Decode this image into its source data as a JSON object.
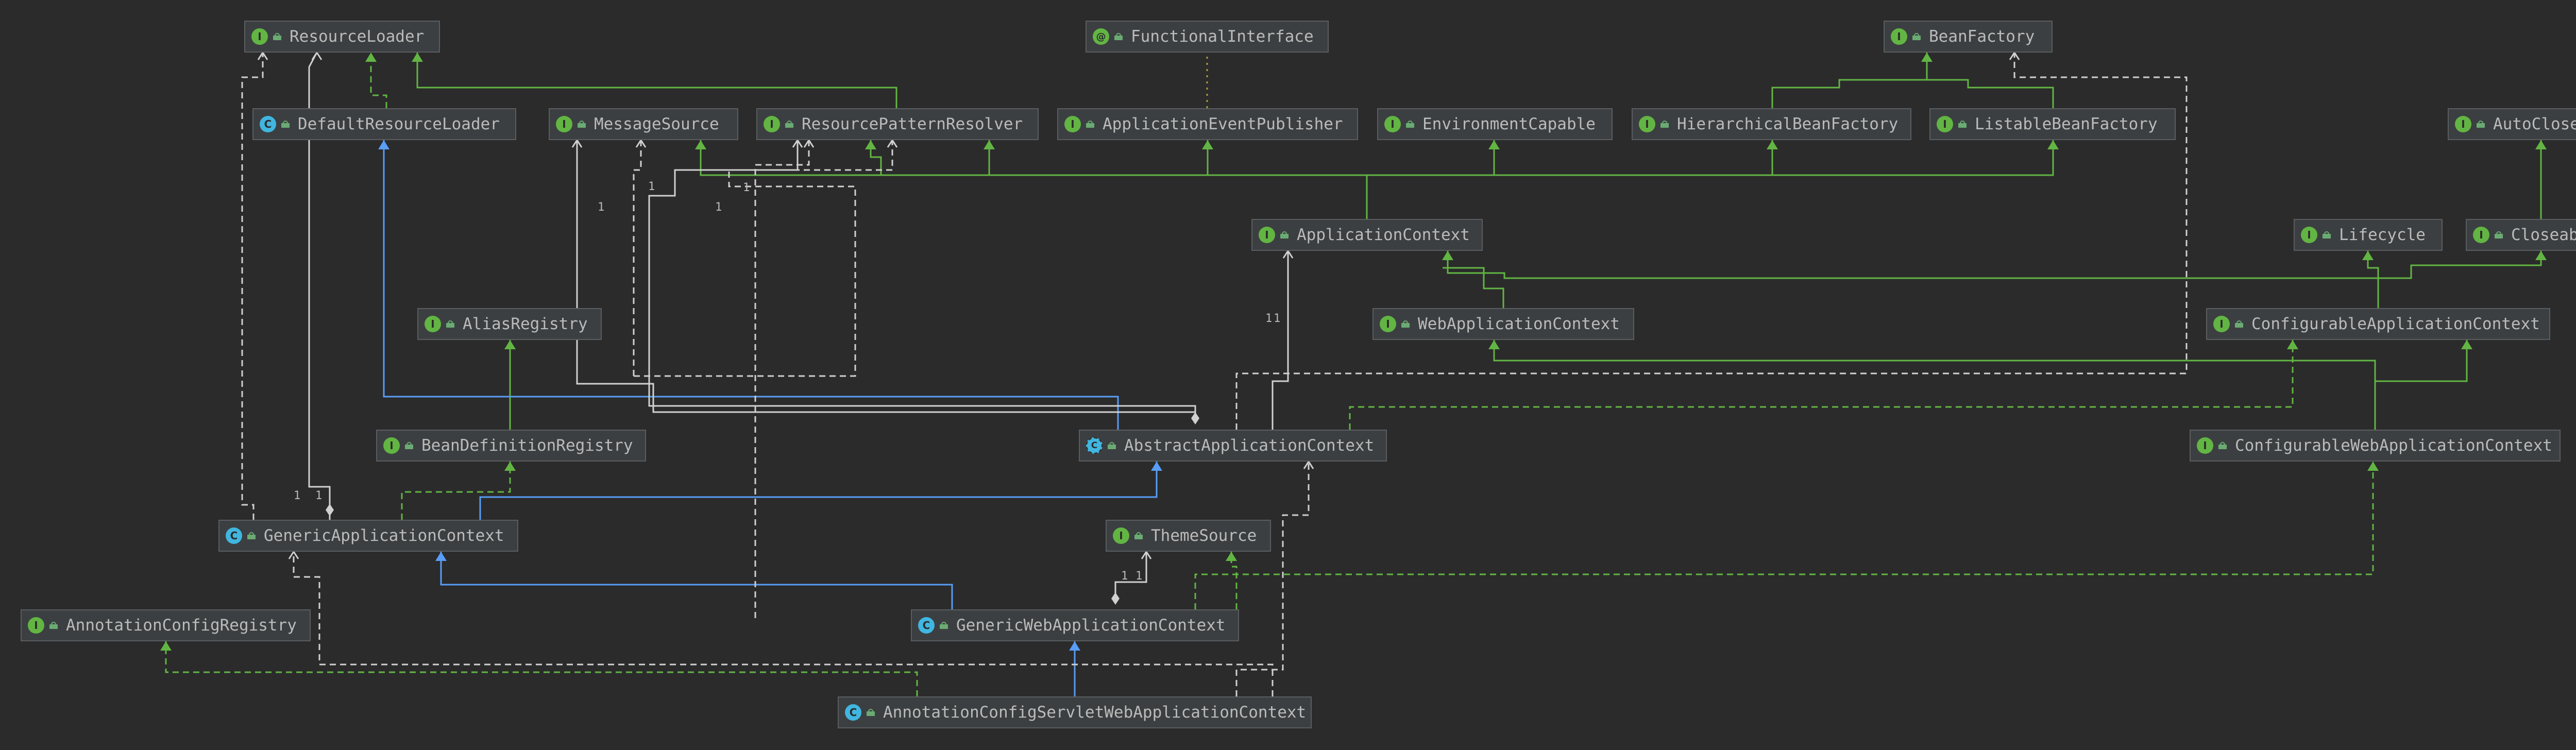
{
  "diagram": {
    "nodes": [
      {
        "id": "ResourceLoader",
        "label": "ResourceLoader",
        "kind": "interface",
        "badge": "I"
      },
      {
        "id": "FunctionalInterface",
        "label": "FunctionalInterface",
        "kind": "annotation",
        "badge": "@"
      },
      {
        "id": "BeanFactory",
        "label": "BeanFactory",
        "kind": "interface",
        "badge": "I"
      },
      {
        "id": "DefaultResourceLoader",
        "label": "DefaultResourceLoader",
        "kind": "class",
        "badge": "C"
      },
      {
        "id": "MessageSource",
        "label": "MessageSource",
        "kind": "interface",
        "badge": "I"
      },
      {
        "id": "ResourcePatternResolver",
        "label": "ResourcePatternResolver",
        "kind": "interface",
        "badge": "I"
      },
      {
        "id": "ApplicationEventPublisher",
        "label": "ApplicationEventPublisher",
        "kind": "interface",
        "badge": "I"
      },
      {
        "id": "EnvironmentCapable",
        "label": "EnvironmentCapable",
        "kind": "interface",
        "badge": "I"
      },
      {
        "id": "HierarchicalBeanFactory",
        "label": "HierarchicalBeanFactory",
        "kind": "interface",
        "badge": "I"
      },
      {
        "id": "ListableBeanFactory",
        "label": "ListableBeanFactory",
        "kind": "interface",
        "badge": "I"
      },
      {
        "id": "AutoCloseable",
        "label": "AutoCloseable",
        "kind": "interface",
        "badge": "I"
      },
      {
        "id": "ApplicationContext",
        "label": "ApplicationContext",
        "kind": "interface",
        "badge": "I"
      },
      {
        "id": "Lifecycle",
        "label": "Lifecycle",
        "kind": "interface",
        "badge": "I"
      },
      {
        "id": "Closeable",
        "label": "Closeable",
        "kind": "interface",
        "badge": "I"
      },
      {
        "id": "AliasRegistry",
        "label": "AliasRegistry",
        "kind": "interface",
        "badge": "I"
      },
      {
        "id": "WebApplicationContext",
        "label": "WebApplicationContext",
        "kind": "interface",
        "badge": "I"
      },
      {
        "id": "ConfigurableApplicationContext",
        "label": "ConfigurableApplicationContext",
        "kind": "interface",
        "badge": "I"
      },
      {
        "id": "BeanDefinitionRegistry",
        "label": "BeanDefinitionRegistry",
        "kind": "interface",
        "badge": "I"
      },
      {
        "id": "AbstractApplicationContext",
        "label": "AbstractApplicationContext",
        "kind": "abstract",
        "badge": "C"
      },
      {
        "id": "ConfigurableWebApplicationContext",
        "label": "ConfigurableWebApplicationContext",
        "kind": "interface",
        "badge": "I"
      },
      {
        "id": "GenericApplicationContext",
        "label": "GenericApplicationContext",
        "kind": "class",
        "badge": "C"
      },
      {
        "id": "ThemeSource",
        "label": "ThemeSource",
        "kind": "interface",
        "badge": "I"
      },
      {
        "id": "AnnotationConfigRegistry",
        "label": "AnnotationConfigRegistry",
        "kind": "interface",
        "badge": "I"
      },
      {
        "id": "GenericWebApplicationContext",
        "label": "GenericWebApplicationContext",
        "kind": "class",
        "badge": "C"
      },
      {
        "id": "AnnotationConfigServletWebApplicationContext",
        "label": "AnnotationConfigServletWebApplicationContext",
        "kind": "class",
        "badge": "C"
      }
    ],
    "edges": [
      {
        "from": "DefaultResourceLoader",
        "to": "ResourceLoader",
        "type": "implements"
      },
      {
        "from": "ResourcePatternResolver",
        "to": "ResourceLoader",
        "type": "extends"
      },
      {
        "from": "ApplicationEventPublisher",
        "to": "FunctionalInterface",
        "type": "annotated"
      },
      {
        "from": "HierarchicalBeanFactory",
        "to": "BeanFactory",
        "type": "extends"
      },
      {
        "from": "ListableBeanFactory",
        "to": "BeanFactory",
        "type": "extends"
      },
      {
        "from": "ApplicationContext",
        "to": "MessageSource",
        "type": "extends"
      },
      {
        "from": "ApplicationContext",
        "to": "ResourcePatternResolver",
        "type": "extends"
      },
      {
        "from": "ApplicationContext",
        "to": "ApplicationEventPublisher",
        "type": "extends"
      },
      {
        "from": "ApplicationContext",
        "to": "EnvironmentCapable",
        "type": "extends"
      },
      {
        "from": "ApplicationContext",
        "to": "HierarchicalBeanFactory",
        "type": "extends"
      },
      {
        "from": "ApplicationContext",
        "to": "ListableBeanFactory",
        "type": "extends"
      },
      {
        "from": "Closeable",
        "to": "AutoCloseable",
        "type": "extends"
      },
      {
        "from": "WebApplicationContext",
        "to": "ApplicationContext",
        "type": "extends"
      },
      {
        "from": "ConfigurableApplicationContext",
        "to": "ApplicationContext",
        "type": "extends"
      },
      {
        "from": "ConfigurableApplicationContext",
        "to": "Lifecycle",
        "type": "extends"
      },
      {
        "from": "ConfigurableApplicationContext",
        "to": "Closeable",
        "type": "extends"
      },
      {
        "from": "BeanDefinitionRegistry",
        "to": "AliasRegistry",
        "type": "extends"
      },
      {
        "from": "AbstractApplicationContext",
        "to": "DefaultResourceLoader",
        "type": "extends"
      },
      {
        "from": "AbstractApplicationContext",
        "to": "ConfigurableApplicationContext",
        "type": "implements"
      },
      {
        "from": "AbstractApplicationContext",
        "to": "ApplicationContext",
        "type": "association",
        "multiplicity": "1"
      },
      {
        "from": "AbstractApplicationContext",
        "to": "MessageSource",
        "type": "composition",
        "multiplicity": "1"
      },
      {
        "from": "AbstractApplicationContext",
        "to": "ResourcePatternResolver",
        "type": "composition",
        "multiplicity": "1"
      },
      {
        "from": "AbstractApplicationContext",
        "to": "BeanFactory",
        "type": "dependency"
      },
      {
        "from": "ConfigurableWebApplicationContext",
        "to": "WebApplicationContext",
        "type": "extends"
      },
      {
        "from": "ConfigurableWebApplicationContext",
        "to": "ConfigurableApplicationContext",
        "type": "extends"
      },
      {
        "from": "GenericApplicationContext",
        "to": "AbstractApplicationContext",
        "type": "extends"
      },
      {
        "from": "GenericApplicationContext",
        "to": "BeanDefinitionRegistry",
        "type": "implements"
      },
      {
        "from": "GenericApplicationContext",
        "to": "ResourceLoader",
        "type": "composition",
        "multiplicity": "1"
      },
      {
        "from": "GenericWebApplicationContext",
        "to": "GenericApplicationContext",
        "type": "extends"
      },
      {
        "from": "GenericWebApplicationContext",
        "to": "ThemeSource",
        "type": "composition",
        "multiplicity": "1"
      },
      {
        "from": "GenericWebApplicationContext",
        "to": "ConfigurableWebApplicationContext",
        "type": "implements"
      },
      {
        "from": "AnnotationConfigServletWebApplicationContext",
        "to": "GenericWebApplicationContext",
        "type": "extends"
      },
      {
        "from": "AnnotationConfigServletWebApplicationContext",
        "to": "AnnotationConfigRegistry",
        "type": "implements"
      }
    ],
    "multiplicity_labels": [
      "1",
      "1",
      "1",
      "1",
      "1",
      "1",
      "1",
      "1",
      "1",
      "1"
    ]
  },
  "colors": {
    "background": "#2b2b2b",
    "node_fill": "#3c3f41",
    "node_border": "#5a5d60",
    "text": "#bbbbbb",
    "extends_interface": "#62b543",
    "extends_class": "#589df6",
    "association": "#d0d0d0",
    "interface_badge": "#62b543",
    "class_badge": "#40b6e0"
  },
  "icons": {
    "interface": "interface-icon",
    "class": "class-icon",
    "abstract": "abstract-class-icon",
    "annotation": "annotation-icon",
    "visibility": "public-lock-icon"
  }
}
